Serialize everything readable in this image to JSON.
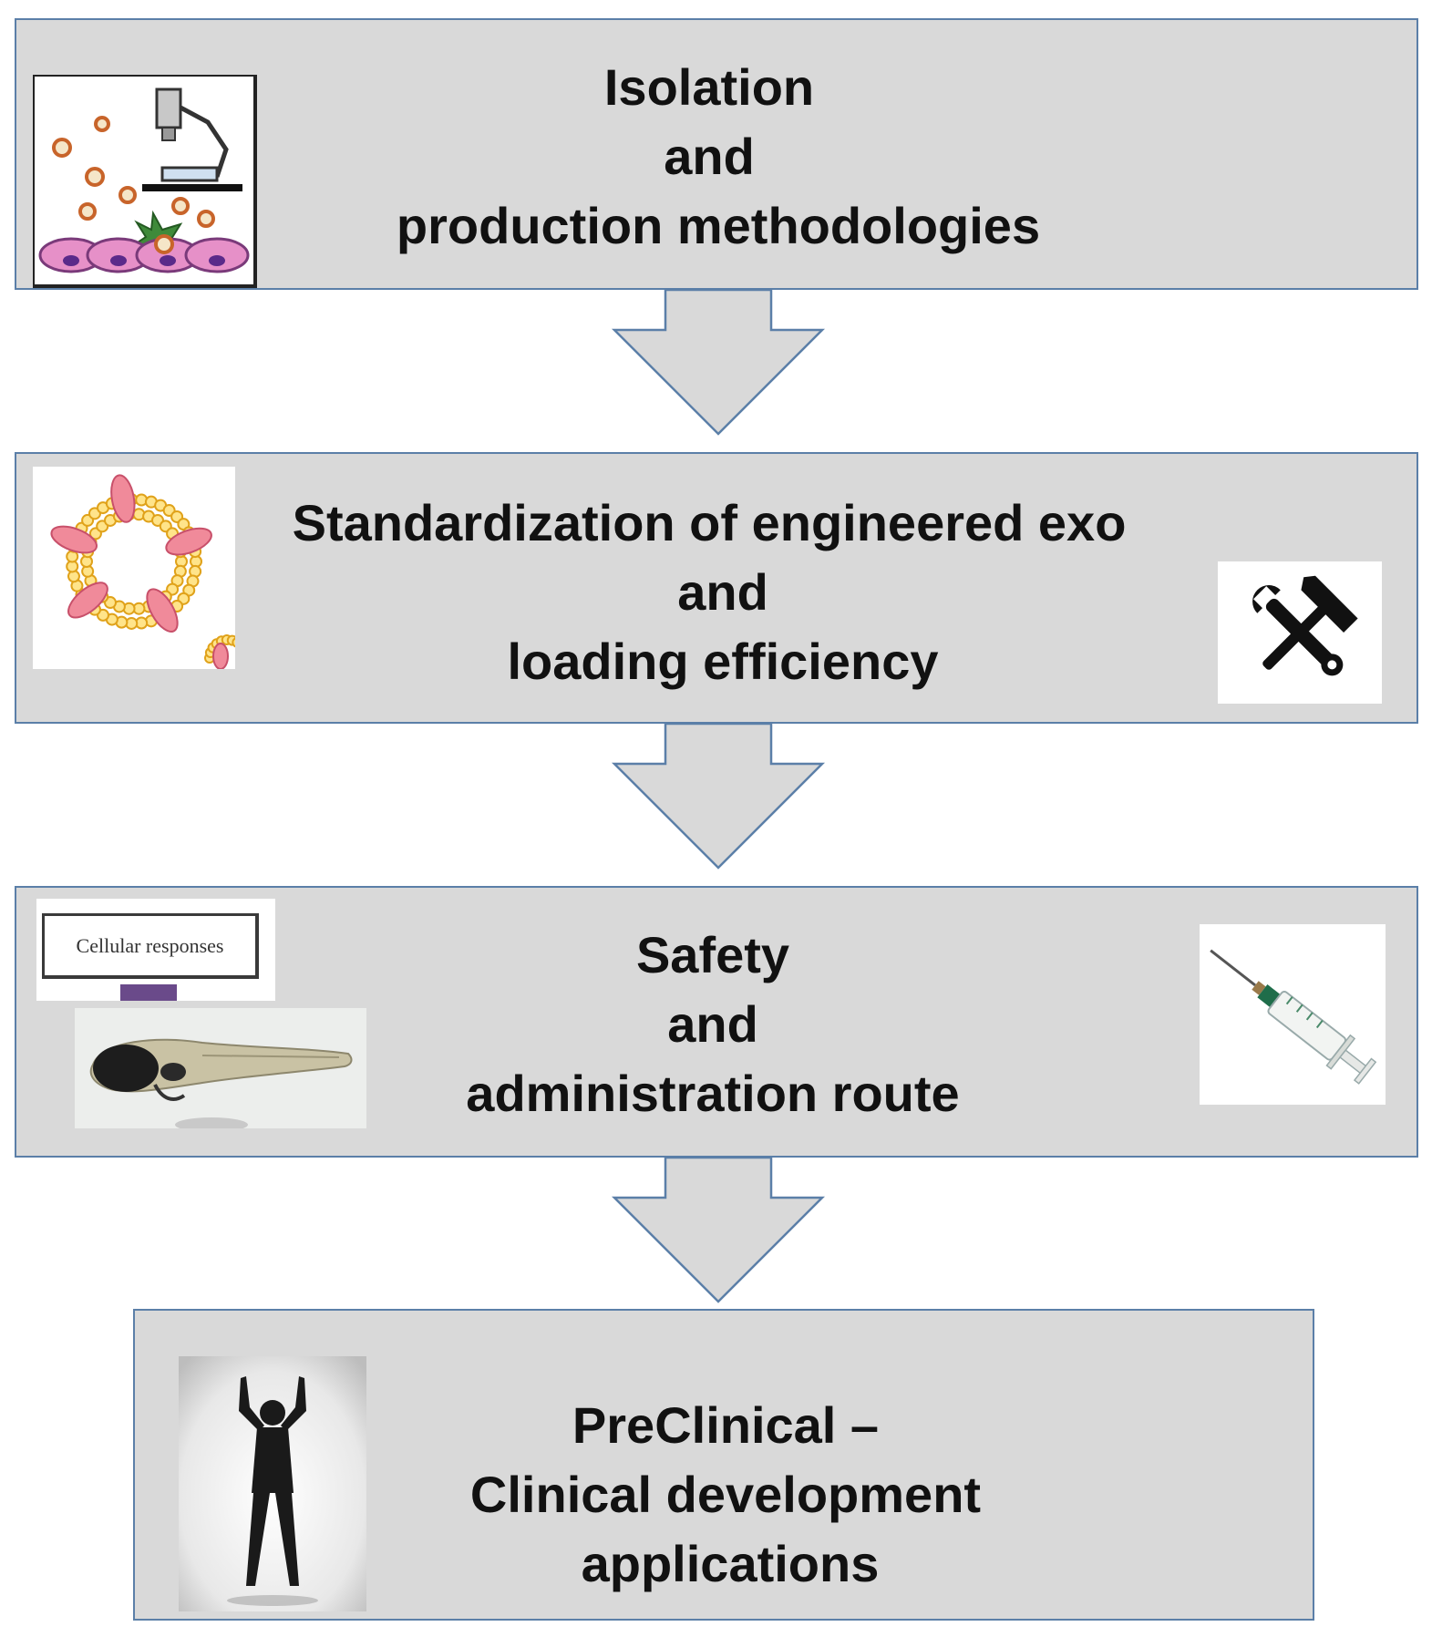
{
  "colors": {
    "box_fill": "#d9d9d9",
    "box_border": "#5b7fa8",
    "arrow_fill": "#d9d9d9",
    "arrow_border": "#5b7fa8",
    "text": "#111111"
  },
  "stages": [
    {
      "lines": [
        "Isolation",
        "and",
        "production methodologies"
      ],
      "icons": [
        "microscope-cells-icon"
      ]
    },
    {
      "lines": [
        "Standardization of engineered exo",
        "and",
        "loading efficiency"
      ],
      "icons": [
        "exosome-vesicle-icon",
        "tools-icon"
      ]
    },
    {
      "lines": [
        "Safety",
        "and",
        "administration route"
      ],
      "icons": [
        "zebrafish-image",
        "syringe-icon"
      ],
      "inset_label": "Cellular responses"
    },
    {
      "lines": [
        "PreClinical –",
        "Clinical development",
        "applications"
      ],
      "icons": [
        "person-silhouette-image"
      ]
    }
  ]
}
